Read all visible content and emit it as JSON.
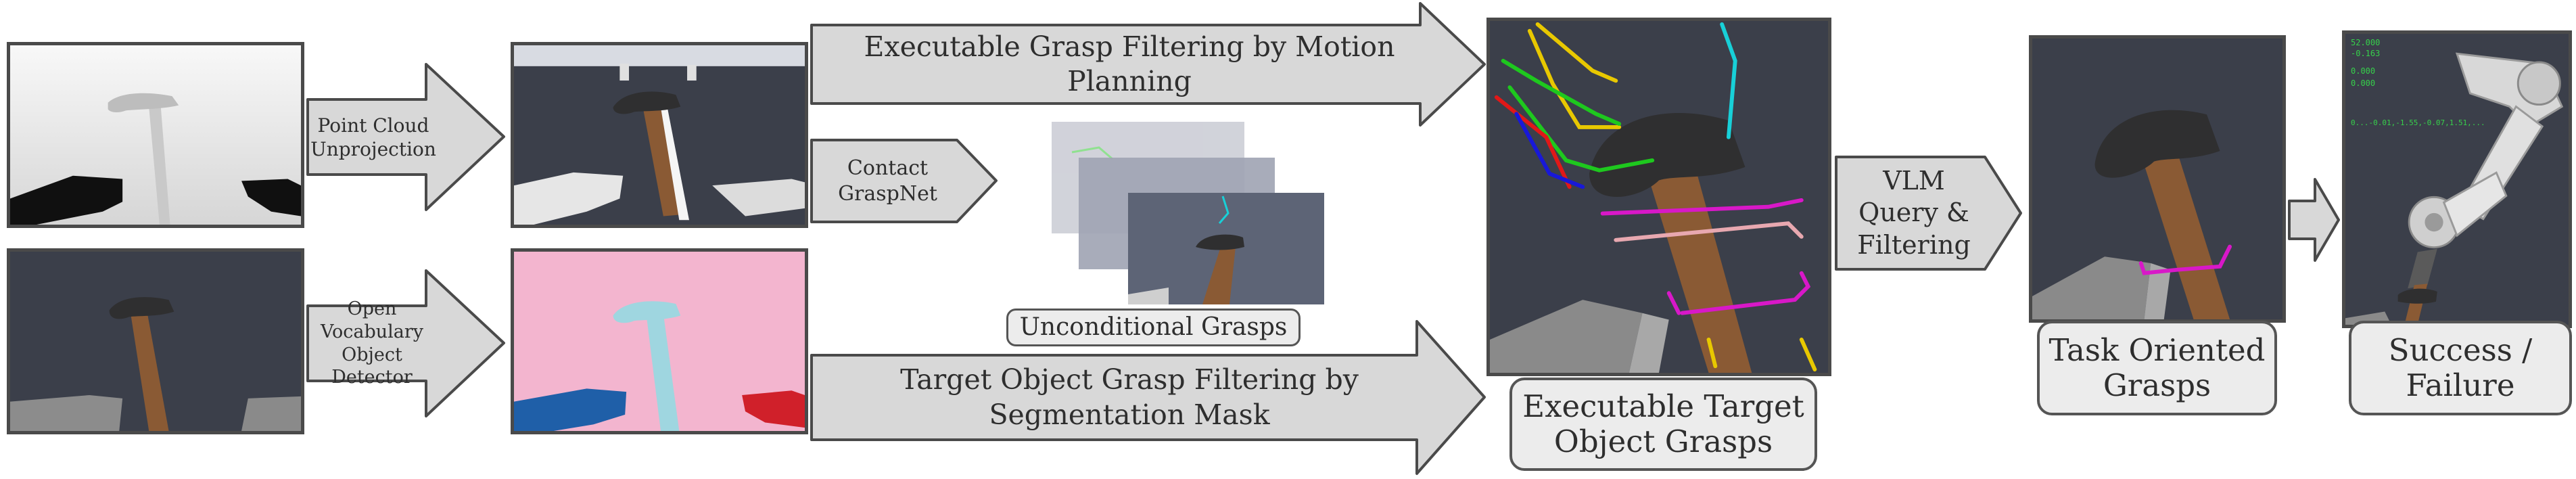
{
  "steps": {
    "point_cloud": "Point Cloud Unprojection",
    "vocab_detector": "Open Vocabulary Object Detector",
    "contact_graspnet": "Contact GraspNet",
    "motion_planning": "Executable Grasp Filtering by Motion Planning",
    "segmentation": "Target Object Grasp Filtering by Segmentation Mask",
    "vlm": "VLM Query & Filtering"
  },
  "labels": {
    "unconditional": "Unconditional Grasps",
    "executable": "Executable Target Object Grasps",
    "task_oriented": "Task Oriented Grasps",
    "success": "Success / Failure"
  },
  "sim_readout": [
    "52.000",
    "-0.163",
    "0.000",
    "0.000",
    "0...-0.01,-1.55,-0.07,1.51,..."
  ],
  "colors": {
    "scene_bg": "#3b3f4a",
    "hammer_handle": "#8a5a34",
    "hammer_head": "#2f2f30",
    "seg_background": "#f3b5cf",
    "seg_target": "#9fd6e0",
    "seg_left_gripper": "#1f5fa8",
    "seg_right_gripper": "#d0202a",
    "arrow_fill": "#d8d8d8",
    "grasp_yellow": "#e8c800",
    "grasp_green": "#1ec81e",
    "grasp_red": "#e01818",
    "grasp_blue": "#1818d8",
    "grasp_magenta": "#d818c8",
    "grasp_cyan": "#18d0d8",
    "grasp_pink": "#e8a8b0"
  }
}
